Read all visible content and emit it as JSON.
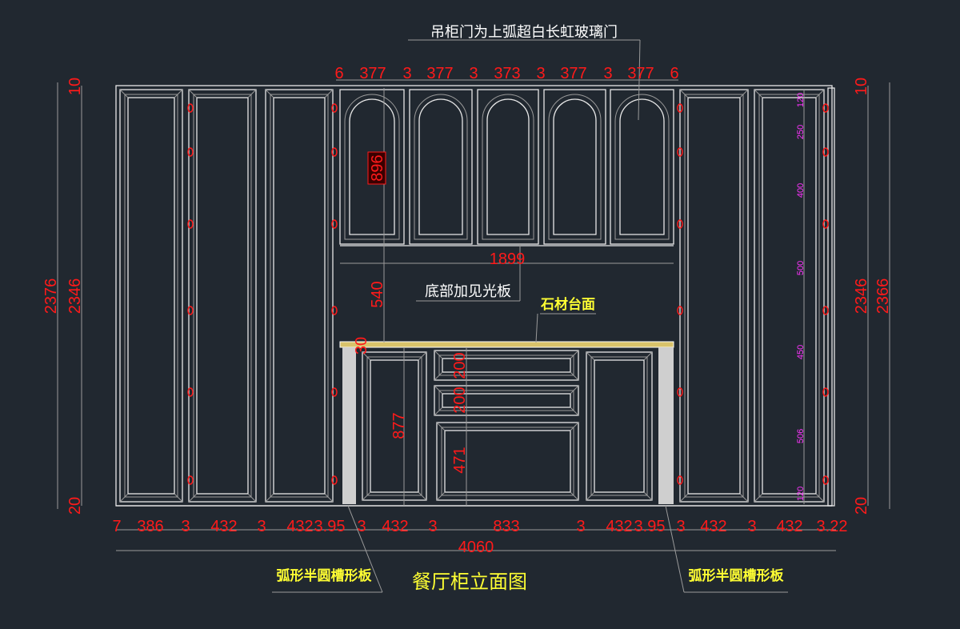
{
  "drawing": {
    "title": "餐厅柜立面图",
    "top_note": "吊柜门为上弧超白长虹玻璃门",
    "light_panel_note": "底部加见光板",
    "countertop_note": "石材台面",
    "groove_panel_left": "弧形半圆槽形板",
    "groove_panel_right": "弧形半圆槽形板",
    "top_dims": [
      "6",
      "377",
      "3",
      "377",
      "3",
      "373",
      "3",
      "377",
      "3",
      "377",
      "6"
    ],
    "bottom_dims": [
      "7",
      "386",
      "3",
      "432",
      "3",
      "432",
      "3.95",
      "3",
      "432",
      "3",
      "833",
      "3",
      "432",
      "3.95",
      "3",
      "432",
      "3",
      "432",
      "3.22"
    ],
    "total_width": "4060",
    "left_dims": {
      "outer": "2376",
      "inner": "2346",
      "top": "10",
      "bottom": "20"
    },
    "right_dims": {
      "outer": "2366",
      "inner": "2346",
      "top": "10",
      "bottom": "20"
    },
    "upper_door_height": "896",
    "open_width": "1899",
    "open_height": "540",
    "counter_thickness": "30",
    "drawer_1": "200",
    "drawer_2": "200",
    "drawer_3": "471",
    "base_door_height": "877",
    "shelf_dims": [
      "120",
      "250",
      "400",
      "500",
      "450",
      "506",
      "120"
    ]
  }
}
